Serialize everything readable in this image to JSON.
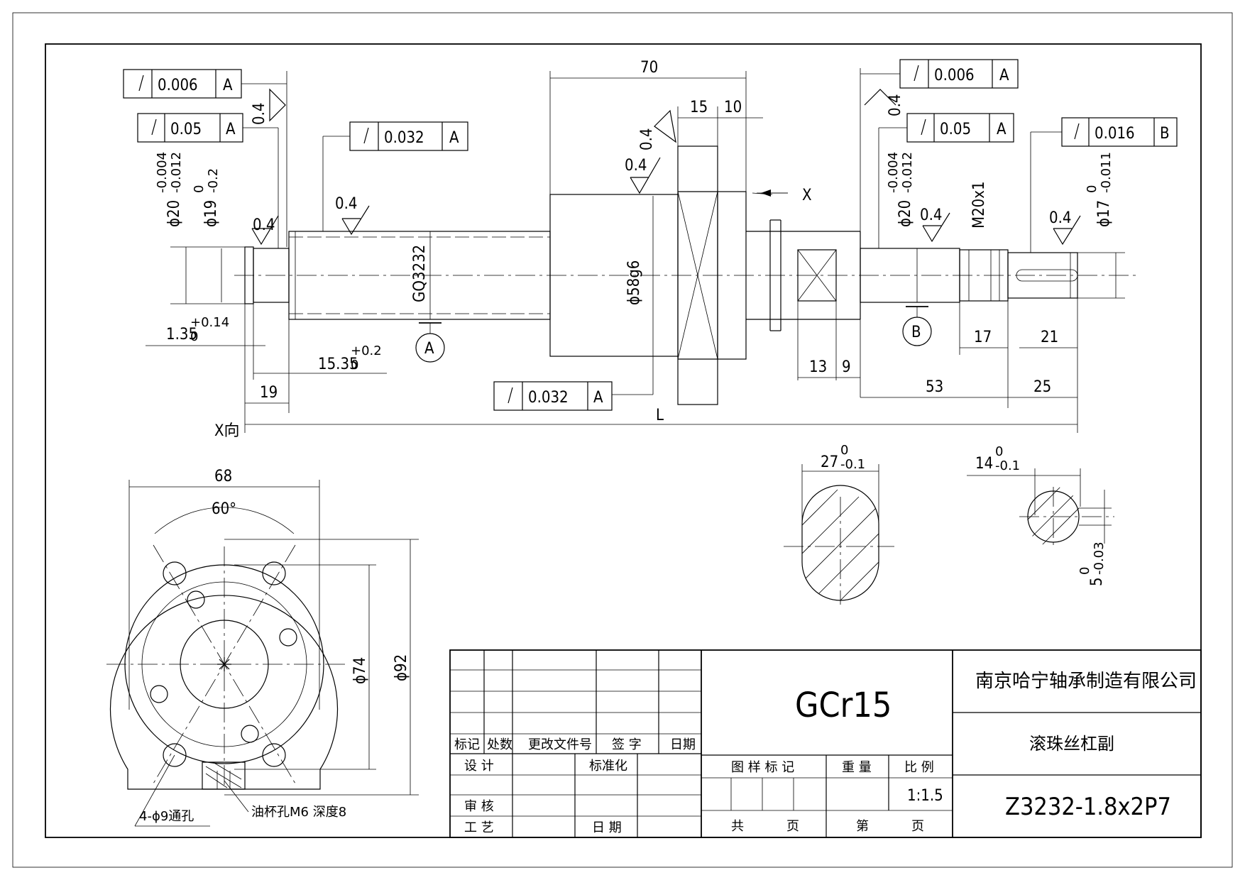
{
  "title_block": {
    "material": "GCr15",
    "company": "南京哈宁轴承制造有限公司",
    "part_name": "滚珠丝杠副",
    "drawing_no": "Z3232-1.8x2P7",
    "scale": "1:1.5",
    "header": {
      "mark": "标记",
      "count": "处数",
      "change_doc": "更改文件号",
      "signature": "签 字",
      "date": "日期"
    },
    "rows": {
      "design": "设 计",
      "standardize": "标准化",
      "review": "审 核",
      "process": "工 艺",
      "date2": "日 期"
    },
    "right_header": {
      "pattern_mark": "图 样 标 记",
      "weight": "重 量",
      "ratio": "比 例"
    },
    "footer": {
      "total": "共",
      "page1": "页",
      "nth": "第",
      "page2": "页"
    }
  },
  "tolerance_frames": [
    {
      "value": "0.006",
      "datum": "A"
    },
    {
      "value": "0.05",
      "datum": "A"
    },
    {
      "value": "0.032",
      "datum": "A"
    },
    {
      "value": "0.006",
      "datum": "A"
    },
    {
      "value": "0.05",
      "datum": "A"
    },
    {
      "value": "0.016",
      "datum": "B"
    },
    {
      "value": "0.032",
      "datum": "A"
    }
  ],
  "dimensions": {
    "d70": "70",
    "d15": "15",
    "d10": "10",
    "d19": "19",
    "d13": "13",
    "d9": "9",
    "d53": "53",
    "d25": "25",
    "d17": "17",
    "d21": "21",
    "dL": "L",
    "d135": "1.35",
    "d135tol_up": "+0.14",
    "d135tol_lo": "0",
    "d1535": "15.35",
    "d1535tol_up": "+0.2",
    "d1535tol_lo": "0",
    "phi20": "ϕ20",
    "phi20tol_up": "-0.004",
    "phi20tol_lo": "-0.012",
    "phi19": "ϕ19",
    "phi19tol_up": "0",
    "phi19tol_lo": "-0.2",
    "phi17": "ϕ17",
    "phi17tol_up": "0",
    "phi17tol_lo": "-0.011",
    "phi58": "ϕ58g6",
    "gq": "GQ3232",
    "m20": "M20x1",
    "phi74": "ϕ74",
    "phi92": "ϕ92",
    "d68": "68",
    "d60": "60°",
    "d27": "27",
    "d27tol_up": "0",
    "d27tol_lo": "-0.1",
    "d14": "14",
    "d14tol_up": "0",
    "d14tol_lo": "-0.1",
    "d5": "5",
    "d5tol_up": "0",
    "d5tol_lo": "-0.03",
    "roughness": "0.4",
    "holes": "4-ϕ9通孔",
    "oil": "油杯孔M6 深度8",
    "xview": "X向",
    "x": "X",
    "datumA": "A",
    "datumB": "B"
  }
}
